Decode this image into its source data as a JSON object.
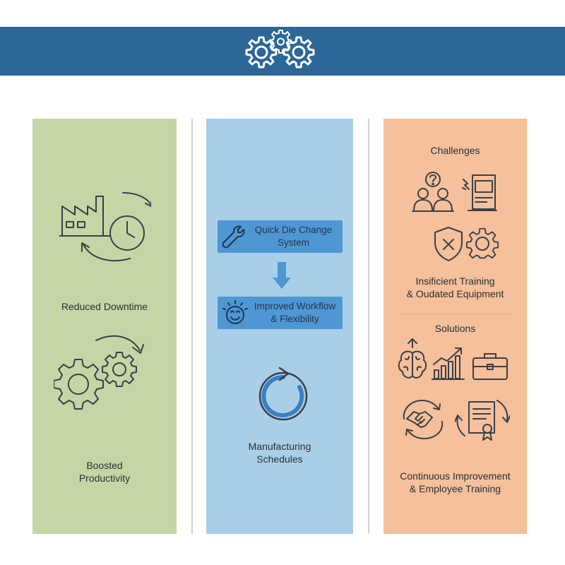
{
  "header": {
    "icon": "gears-icon",
    "color": "#2d6699"
  },
  "benefits": {
    "color": "#c4d6a5",
    "items": [
      {
        "icon": "factory-clock-icon",
        "label": [
          "Reduced Downtime"
        ]
      },
      {
        "icon": "gears-cycle-icon",
        "label": [
          "Boosted",
          "Productivity"
        ]
      }
    ]
  },
  "process": {
    "color": "#a9cfe8",
    "steps": [
      {
        "icon": "wrench-icon",
        "label": [
          "Quick Die Change",
          "System"
        ]
      },
      {
        "icon": "smiley-icon",
        "label": [
          "Improved Workflow",
          "& Flexibility"
        ]
      }
    ],
    "arrow_icon": "arrow-down-icon",
    "cycle": {
      "icon": "cycle-icon",
      "label": [
        "Manufacturing",
        "Schedules"
      ]
    }
  },
  "issues": {
    "color": "#f5c09b",
    "challenges": {
      "heading": "Challenges",
      "label": [
        "Insificient Training",
        "& Oudated Equipment"
      ]
    },
    "solutions": {
      "heading": "Solutions",
      "label": [
        "Continuous Improvement",
        "& Employee Training"
      ]
    }
  }
}
